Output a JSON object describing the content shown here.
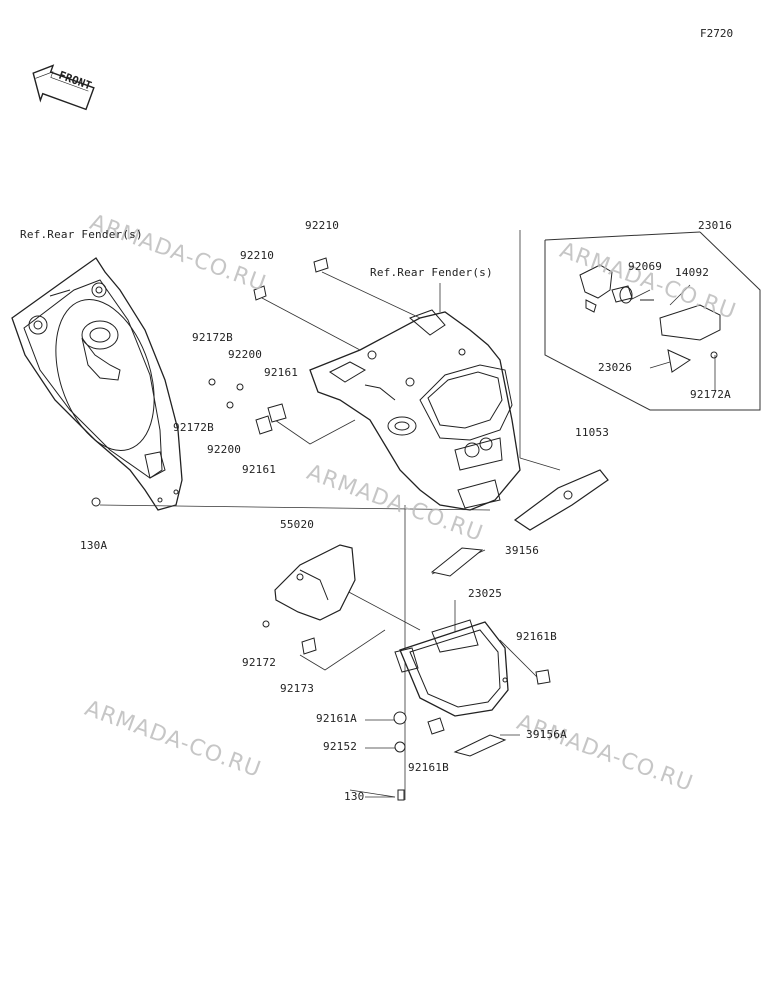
{
  "diagram_code": "F2720",
  "front_label": "FRONT",
  "watermark": "ARMADA-CO.RU",
  "refs": {
    "rear_fender_left": "Ref.Rear Fender(s)",
    "rear_fender_center": "Ref.Rear Fender(s)"
  },
  "parts": {
    "p23016": "23016",
    "p92069": "92069",
    "p14092": "14092",
    "p23026": "23026",
    "p92172A": "92172A",
    "p92210_top": "92210",
    "p92210_left": "92210",
    "p92172B_top": "92172B",
    "p92200_top": "92200",
    "p92161_top": "92161",
    "p92172B_bot": "92172B",
    "p92200_bot": "92200",
    "p92161_bot": "92161",
    "p11053": "11053",
    "p130A": "130A",
    "p55020": "55020",
    "p39156": "39156",
    "p23025": "23025",
    "p92161B_right": "92161B",
    "p92172": "92172",
    "p92173": "92173",
    "p92161A": "92161A",
    "p92152": "92152",
    "p92161B_bot": "92161B",
    "p39156A": "39156A",
    "p130": "130"
  }
}
